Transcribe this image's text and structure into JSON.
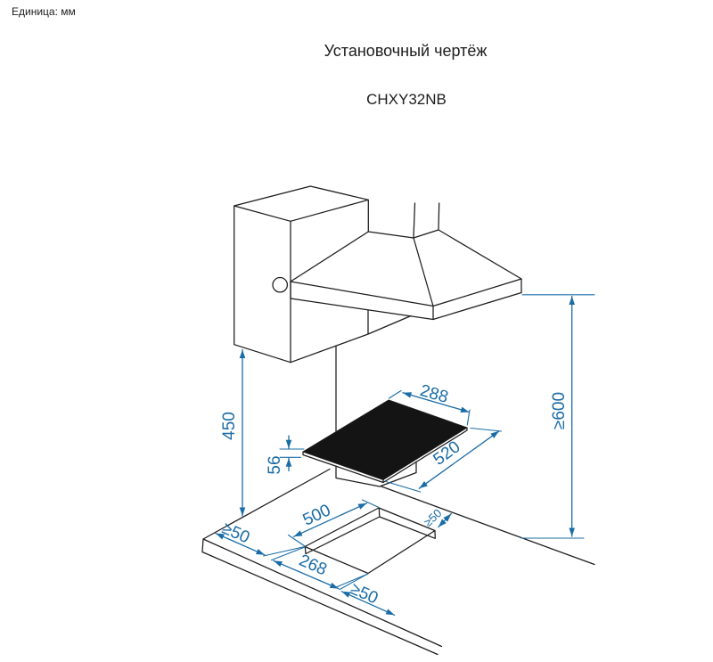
{
  "page": {
    "unit_label": "Единица: мм",
    "title": "Установочный чертёж",
    "model": "CHXY32NB"
  },
  "colors": {
    "line_black": "#1c1c1c",
    "glass_black": "#141414",
    "dimension_blue": "#1a6ca6"
  },
  "dimensions": {
    "hob_width_mm": "288",
    "hob_depth_mm": "520",
    "hob_body_height_mm": "56",
    "cabinet_to_countertop_mm": "450",
    "hood_to_countertop_min_mm": "≥600",
    "cutout_length_mm": "500",
    "cutout_width_mm": "268",
    "side_clearance_min_mm": "≥50",
    "back_clearance_min_mm": "≥50",
    "front_clearance_min_mm": "≥50"
  }
}
